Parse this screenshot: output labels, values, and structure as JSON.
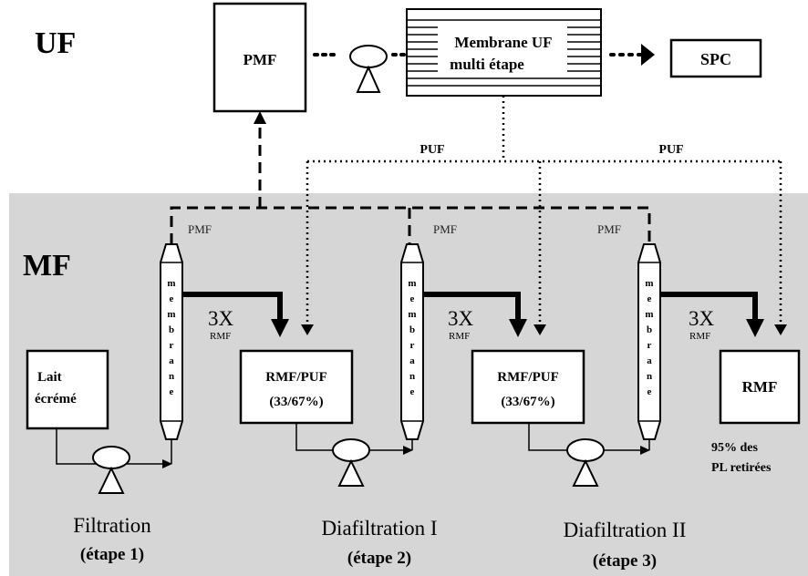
{
  "sections": {
    "uf": "UF",
    "mf": "MF"
  },
  "boxes": {
    "pmf_top": "PMF",
    "membrane_uf_line1": "Membrane UF",
    "membrane_uf_line2": "multi étape",
    "spc": "SPC",
    "lait_line1": "Lait",
    "lait_line2": "écrémé",
    "rmf_puf_1_line1": "RMF/PUF",
    "rmf_puf_1_line2": "(33/67%)",
    "rmf_puf_2_line1": "RMF/PUF",
    "rmf_puf_2_line2": "(33/67%)",
    "rmf_final": "RMF"
  },
  "flow_labels": {
    "puf_left": "PUF",
    "puf_right": "PUF",
    "pmf_1": "PMF",
    "pmf_2": "PMF",
    "pmf_3": "PMF",
    "factor_1": "3X",
    "factor_2": "3X",
    "factor_3": "3X",
    "rmf_1": "RMF",
    "rmf_2": "RMF",
    "rmf_3": "RMF"
  },
  "membrane_label": [
    "m",
    "e",
    "m",
    "b",
    "r",
    "a",
    "n",
    "e"
  ],
  "final_note": {
    "line1": "95% des",
    "line2": "PL retirées"
  },
  "stages": [
    {
      "name": "Filtration",
      "step": "(étape 1)"
    },
    {
      "name": "Diafiltration I",
      "step": "(étape 2)"
    },
    {
      "name": "Diafiltration II",
      "step": "(étape 3)"
    }
  ],
  "colors": {
    "mf_background": "#d6d6d6",
    "line": "#000000",
    "box_fill": "#ffffff"
  }
}
